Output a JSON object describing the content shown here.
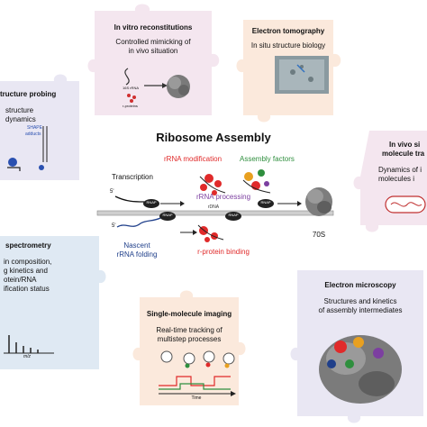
{
  "center": {
    "title": "Ribosome Assembly",
    "transcription": "Transcription",
    "rrna_modification": "rRNA modification",
    "assembly_factors": "Assembly factors",
    "rrna_processing": "rRNA processing",
    "rdna": "rDNA",
    "nascent": "Nascent",
    "rrna_folding": "rRNA folding",
    "rprotein_binding": "r-protein binding",
    "product": "70S",
    "five_prime_a": "5'",
    "five_prime_b": "5'",
    "rnap_labels": [
      "RNAP",
      "RNAP",
      "RNAP",
      "RNAP"
    ]
  },
  "pieces": {
    "in_vitro": {
      "title": "In vitro reconstitutions",
      "line1": "Controlled mimicking of",
      "line2": "in vivo situation",
      "label_rrna": "16S rRNA",
      "label_rprot": "r-proteins"
    },
    "tomography": {
      "title": "Electron tomography",
      "line1": "In situ structure biology"
    },
    "structure_probing": {
      "title": "tructure probing",
      "line1": "structure",
      "line2": "dynamics",
      "label_shape": "SHAPE",
      "label_adducts": "adducts"
    },
    "in_vivo": {
      "title": "In vivo si",
      "title2": "molecule tra",
      "line1": "Dynamics of i",
      "line2": "molecules i"
    },
    "mass_spec": {
      "title": "spectrometry",
      "line1": "in composition,",
      "line2": "g kinetics and",
      "line3": "otein/RNA",
      "line4": "ification status",
      "axis": "m/z"
    },
    "single_molecule": {
      "title": "Single-molecule imaging",
      "line1": "Real-time tracking of",
      "line2": "multistep processes",
      "axis": "Time"
    },
    "em": {
      "title": "Electron microscopy",
      "line1": "Structures and kinetics",
      "line2": "of assembly intermediates"
    }
  },
  "colors": {
    "pink": "#f4e6ef",
    "peach": "#fbe9dc",
    "lavender": "#e9e7f3",
    "blue": "#dfe9f3",
    "red": "#e02a2a",
    "orange": "#e8a020",
    "green": "#2f8f3e",
    "purple": "#7c3fa0",
    "navy": "#1f3f8a"
  }
}
